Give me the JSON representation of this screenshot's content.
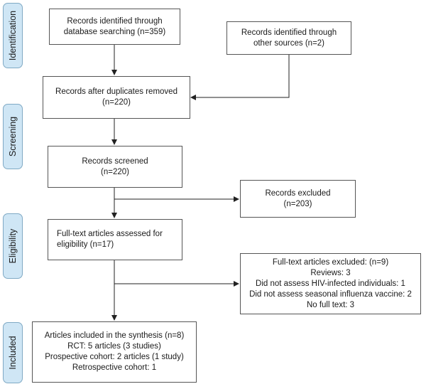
{
  "phases": {
    "identification": "Identification",
    "screening": "Screening",
    "eligibility": "Eligibility",
    "included": "Included"
  },
  "boxes": {
    "database": [
      "Records identified through",
      "database searching (n=359)"
    ],
    "other_sources": [
      "Records identified through",
      "other sources (n=2)"
    ],
    "duplicates_removed": [
      "Records after duplicates removed",
      "(n=220)"
    ],
    "screened": [
      "Records screened",
      "(n=220)"
    ],
    "excluded": [
      "Records excluded",
      "(n=203)"
    ],
    "fulltext_assessed": [
      "Full-text articles assessed for",
      "eligibility (n=17)"
    ],
    "fulltext_excluded": [
      "Full-text articles excluded: (n=9)",
      "Reviews: 3",
      "Did not assess HIV-infected individuals: 1",
      "Did not assess seasonal influenza vaccine: 2",
      "No full text: 3"
    ],
    "included": [
      "Articles included in the synthesis (n=8)",
      "RCT: 5 articles (3 studies)",
      "Prospective cohort: 2 articles (1 study)",
      "Retrospective cohort: 1"
    ]
  }
}
